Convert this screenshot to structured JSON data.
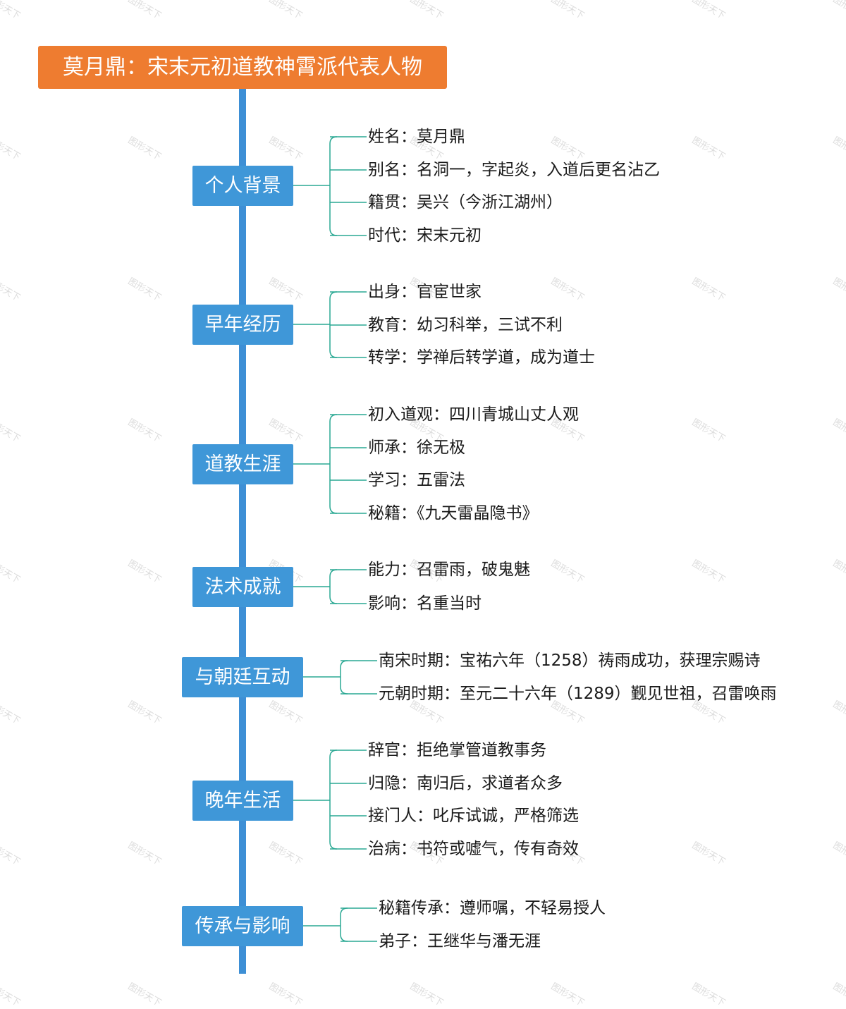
{
  "root": {
    "title": "莫月鼎：宋末元初道教神霄派代表人物"
  },
  "watermark": {
    "text": "图形天下"
  },
  "colors": {
    "root": "#ee7c30",
    "spine": "#3d8fd5",
    "branch": "#3f97d8",
    "connector": "#2aa893"
  },
  "branches": [
    {
      "label": "个人背景",
      "items": [
        "姓名：莫月鼎",
        "别名：名洞一，字起炎，入道后更名沾乙",
        "籍贯：吴兴（今浙江湖州）",
        "时代：宋末元初"
      ]
    },
    {
      "label": "早年经历",
      "items": [
        "出身：官宦世家",
        "教育：幼习科举，三试不利",
        "转学：学禅后转学道，成为道士"
      ]
    },
    {
      "label": "道教生涯",
      "items": [
        "初入道观：四川青城山丈人观",
        "师承：徐无极",
        "学习：五雷法",
        "秘籍：《九天雷晶隐书》"
      ]
    },
    {
      "label": "法术成就",
      "items": [
        "能力：召雷雨，破鬼魅",
        "影响：名重当时"
      ]
    },
    {
      "label": "与朝廷互动",
      "items": [
        "南宋时期：宝祐六年（1258）祷雨成功，获理宗赐诗",
        "元朝时期：至元二十六年（1289）觐见世祖，召雷唤雨"
      ]
    },
    {
      "label": "晚年生活",
      "items": [
        "辞官：拒绝掌管道教事务",
        "归隐：南归后，求道者众多",
        "接门人：叱斥试诚，严格筛选",
        "治病：书符或嘘气，传有奇效"
      ]
    },
    {
      "label": "传承与影响",
      "items": [
        "秘籍传承：遵师嘱，不轻易授人",
        "弟子：王继华与潘无涯"
      ]
    }
  ]
}
